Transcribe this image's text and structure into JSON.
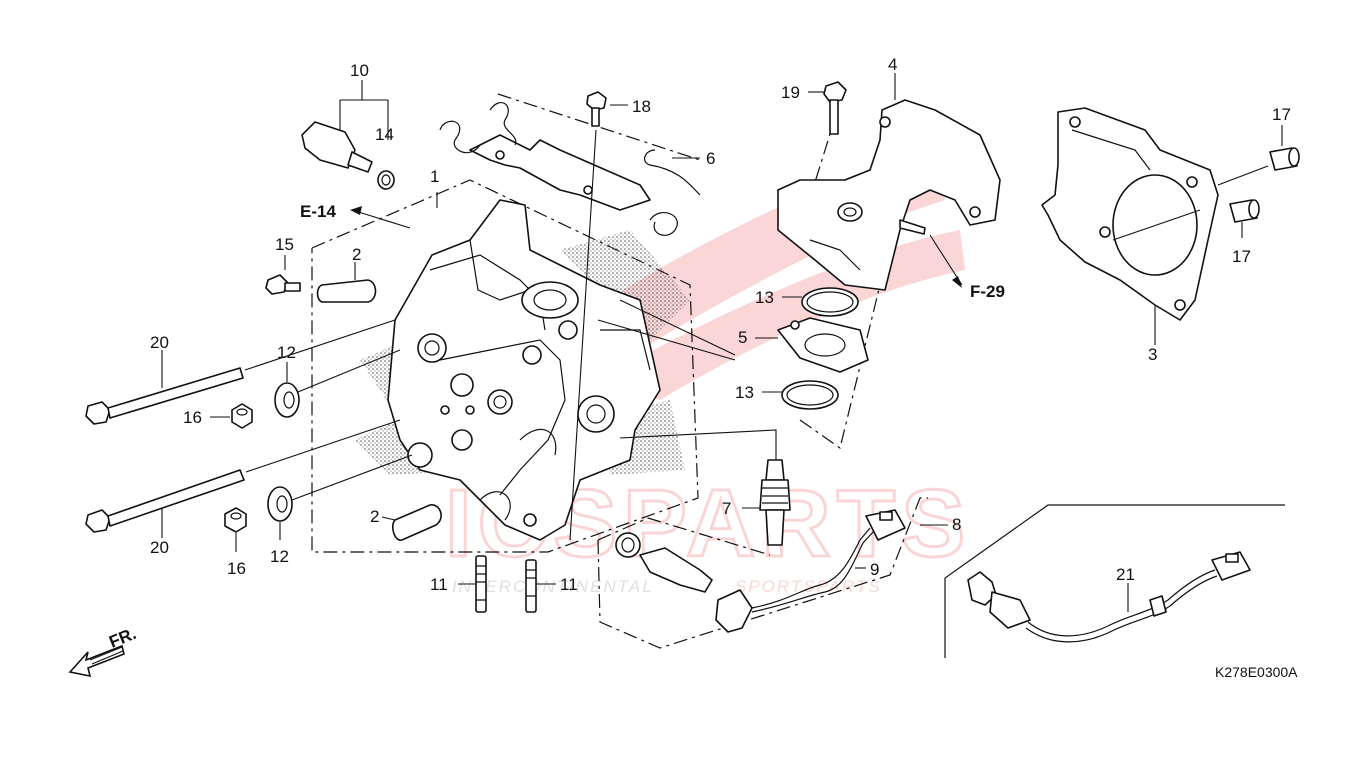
{
  "diagram": {
    "drawing_code": "K278E0300A",
    "refs": {
      "e14": "E-14",
      "f29": "F-29",
      "fr": "FR."
    },
    "callouts": {
      "c1": "1",
      "c2a": "2",
      "c2b": "2",
      "c3": "3",
      "c4": "4",
      "c5": "5",
      "c6": "6",
      "c7": "7",
      "c8": "8",
      "c9": "9",
      "c10": "10",
      "c11a": "11",
      "c11b": "11",
      "c12a": "12",
      "c12b": "12",
      "c13a": "13",
      "c13b": "13",
      "c14": "14",
      "c15": "15",
      "c16a": "16",
      "c16b": "16",
      "c17a": "17",
      "c17b": "17",
      "c18": "18",
      "c19": "19",
      "c20a": "20",
      "c20b": "20",
      "c21": "21"
    },
    "watermark": {
      "brand": "ICSPARTS",
      "tagline_left": "INTERCONTINENTAL",
      "tagline_right": "SPORTSPARTS"
    },
    "colors": {
      "watermark": "#e31b23",
      "line": "#111111",
      "stipple": "#555555"
    }
  }
}
